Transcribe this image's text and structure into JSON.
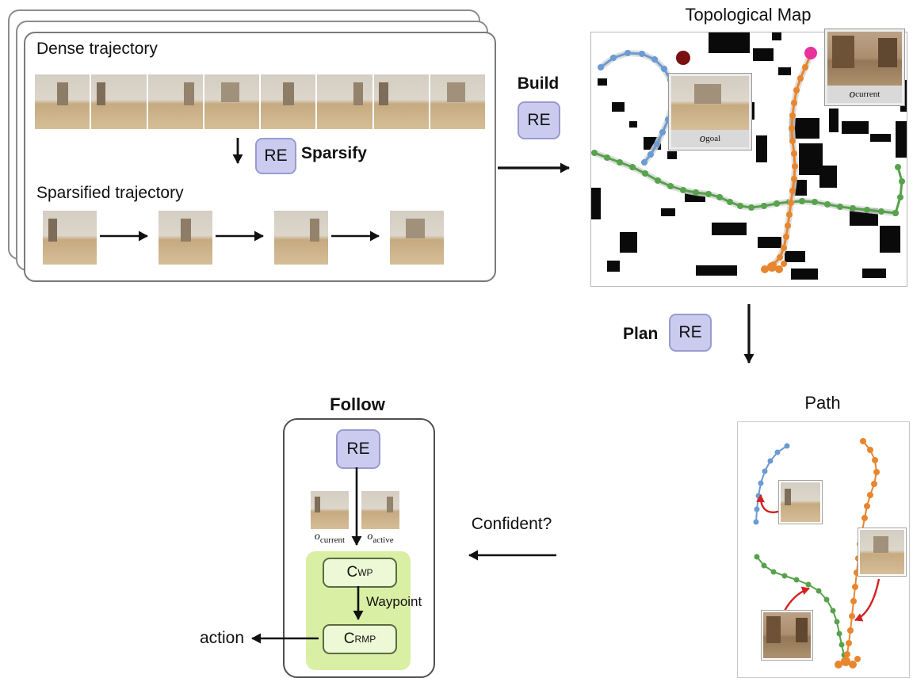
{
  "re_label": "RE",
  "trajectory_card": {
    "dense_label": "Dense trajectory",
    "sparsify_label": "Sparsify",
    "sparsified_label": "Sparsified trajectory"
  },
  "build_step": {
    "label": "Build"
  },
  "topological_map": {
    "title": "Topological Map",
    "goal_obs": {
      "base": "o",
      "sub": "goal"
    },
    "current_obs": {
      "base": "o",
      "sub": "current"
    }
  },
  "plan_step": {
    "label": "Plan"
  },
  "path_panel": {
    "title": "Path"
  },
  "follow_module": {
    "title": "Follow",
    "obs_current": {
      "base": "o",
      "sub": "current"
    },
    "obs_active": {
      "base": "o",
      "sub": "active"
    },
    "controller_wp": {
      "base": "C",
      "sub": "WP"
    },
    "waypoint_label": "Waypoint",
    "controller_rmp": {
      "base": "C",
      "sub": "RMP"
    },
    "action_label": "action"
  },
  "confident_label": "Confident?",
  "colors": {
    "re_box_fill": "#cbcbf0",
    "re_box_border": "#9a9ad0",
    "follow_block_fill": "#d9efa3",
    "controller_pill_fill": "#edf8d6",
    "blue_trajectory": "#6b9bd2",
    "green_trajectory": "#57a24b",
    "orange_trajectory": "#e8862e",
    "goal_dot": "#7a1010",
    "current_dot": "#e8339c",
    "red_arrow": "#d42020"
  }
}
